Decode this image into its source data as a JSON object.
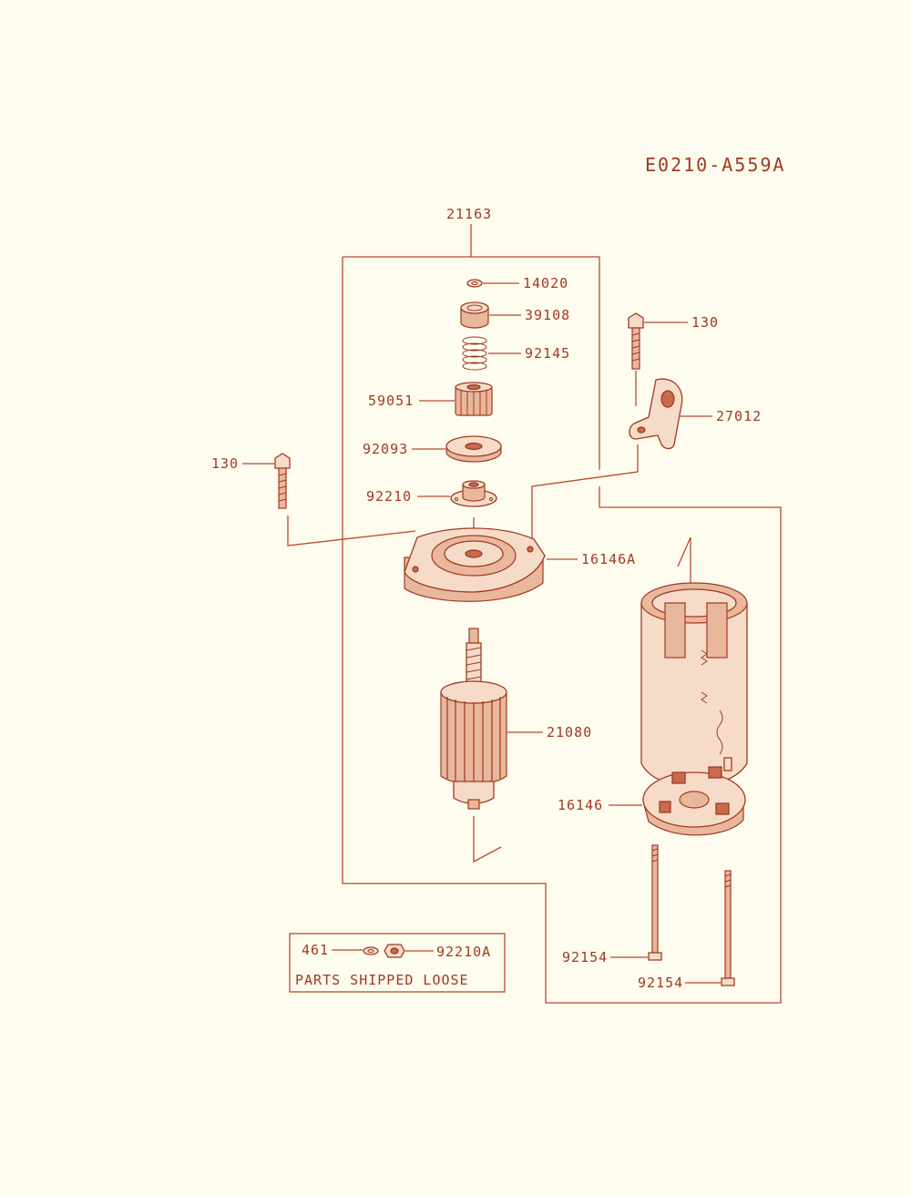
{
  "diagram": {
    "code": "E0210-A559A",
    "parts": {
      "p21163": "21163",
      "p14020": "14020",
      "p39108": "39108",
      "p92145": "92145",
      "p130_top": "130",
      "p59051": "59051",
      "p27012": "27012",
      "p92093": "92093",
      "p130_left": "130",
      "p92210": "92210",
      "p16146A": "16146A",
      "p21080": "21080",
      "p16146": "16146",
      "p461": "461",
      "p92210A": "92210A",
      "p92154_a": "92154",
      "p92154_b": "92154"
    },
    "loose_caption": "PARTS SHIPPED LOOSE"
  }
}
